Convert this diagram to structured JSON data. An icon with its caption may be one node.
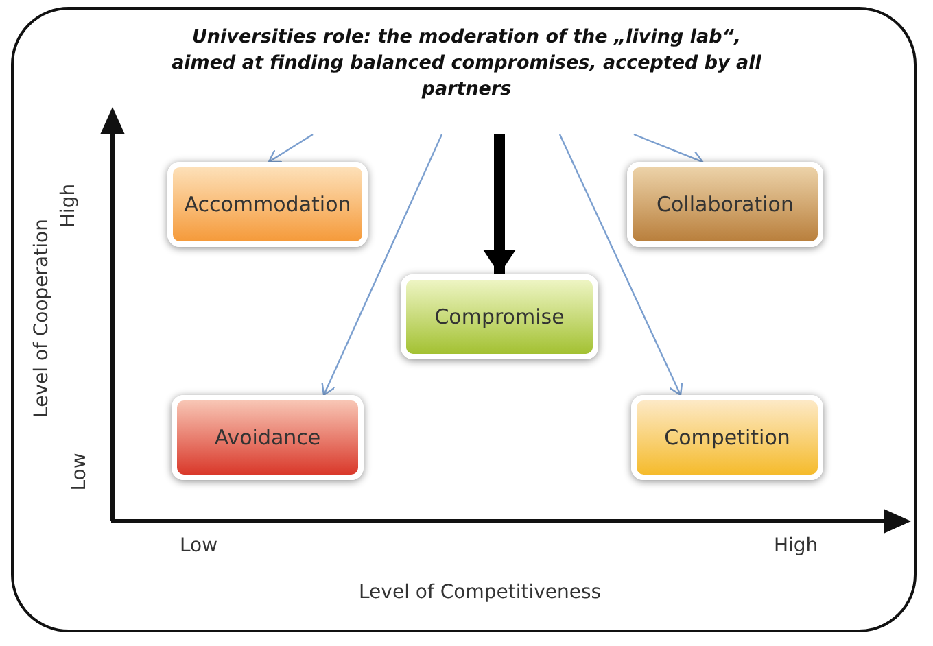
{
  "diagram": {
    "nodes": [
      {
        "text": [
          "Universities role: the moderation of the „living lab“, aimed at finding balanced compromises, accepted by all partners"
        ]
      },
      {
        "text": [
          "Accommodation"
        ]
      },
      {
        "text": [
          "Collaboration"
        ]
      },
      {
        "text": [
          "Compromise"
        ]
      },
      {
        "text": [
          "Avoidance"
        ]
      },
      {
        "text": [
          "Competition"
        ]
      }
    ],
    "edges": [
      {
        "from": 0,
        "to": 1,
        "arrow": "to"
      },
      {
        "from": 0,
        "to": 2,
        "arrow": "to"
      },
      {
        "from": 0,
        "to": 3,
        "arrow": "to",
        "style": "thick",
        "color": "#000000"
      },
      {
        "from": 0,
        "to": 4,
        "arrow": "to"
      },
      {
        "from": 0,
        "to": 5,
        "arrow": "to"
      }
    ],
    "labels": [
      "High",
      "Level of Cooperation",
      "Low",
      "Low",
      "High",
      "Level of Competitiveness"
    ]
  }
}
